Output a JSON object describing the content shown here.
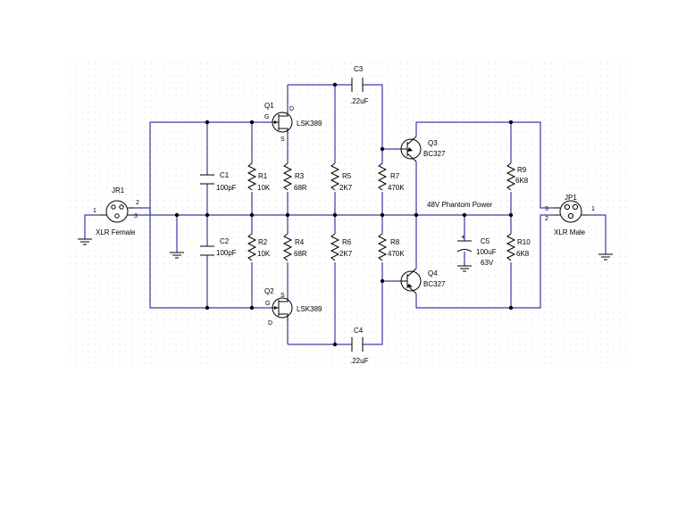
{
  "colors": {
    "wire": "#3a3aa8",
    "part": "#000000",
    "grid": "#c8c8c8",
    "background": "#ffffff"
  },
  "components": {
    "q1": {
      "ref": "Q1",
      "value": "LSK389",
      "pin_g": "G",
      "pin_d": "D",
      "pin_s": "S"
    },
    "q2": {
      "ref": "Q2",
      "value": "LSK389",
      "pin_g": "G",
      "pin_d": "D",
      "pin_s": "S"
    },
    "q3": {
      "ref": "Q3",
      "value": "BC327"
    },
    "q4": {
      "ref": "Q4",
      "value": "BC327"
    },
    "c1": {
      "ref": "C1",
      "value": "100pF"
    },
    "c2": {
      "ref": "C2",
      "value": "100pF"
    },
    "c3": {
      "ref": "C3",
      "value": ".22uF"
    },
    "c4": {
      "ref": "C4",
      "value": ".22uF"
    },
    "c5": {
      "ref": "C5",
      "value": "100uF",
      "value2": "63V",
      "polarity": "+"
    },
    "r1": {
      "ref": "R1",
      "value": "10K"
    },
    "r2": {
      "ref": "R2",
      "value": "10K"
    },
    "r3": {
      "ref": "R3",
      "value": "68R"
    },
    "r4": {
      "ref": "R4",
      "value": "68R"
    },
    "r5": {
      "ref": "R5",
      "value": "2K7"
    },
    "r6": {
      "ref": "R6",
      "value": "2K7"
    },
    "r7": {
      "ref": "R7",
      "value": "470K"
    },
    "r8": {
      "ref": "R8",
      "value": "470K"
    },
    "r9": {
      "ref": "R9",
      "value": "6K8"
    },
    "r10": {
      "ref": "R10",
      "value": "6K8"
    },
    "jr1": {
      "ref": "JR1",
      "value": "XLR Female",
      "pin1": "1",
      "pin2": "2",
      "pin3": "3"
    },
    "jp1": {
      "ref": "JP1",
      "value": "XLR Male",
      "pin1": "1",
      "pin2": "2",
      "pin3": "3"
    }
  },
  "net_labels": {
    "phantom": "48V Phantom Power"
  }
}
